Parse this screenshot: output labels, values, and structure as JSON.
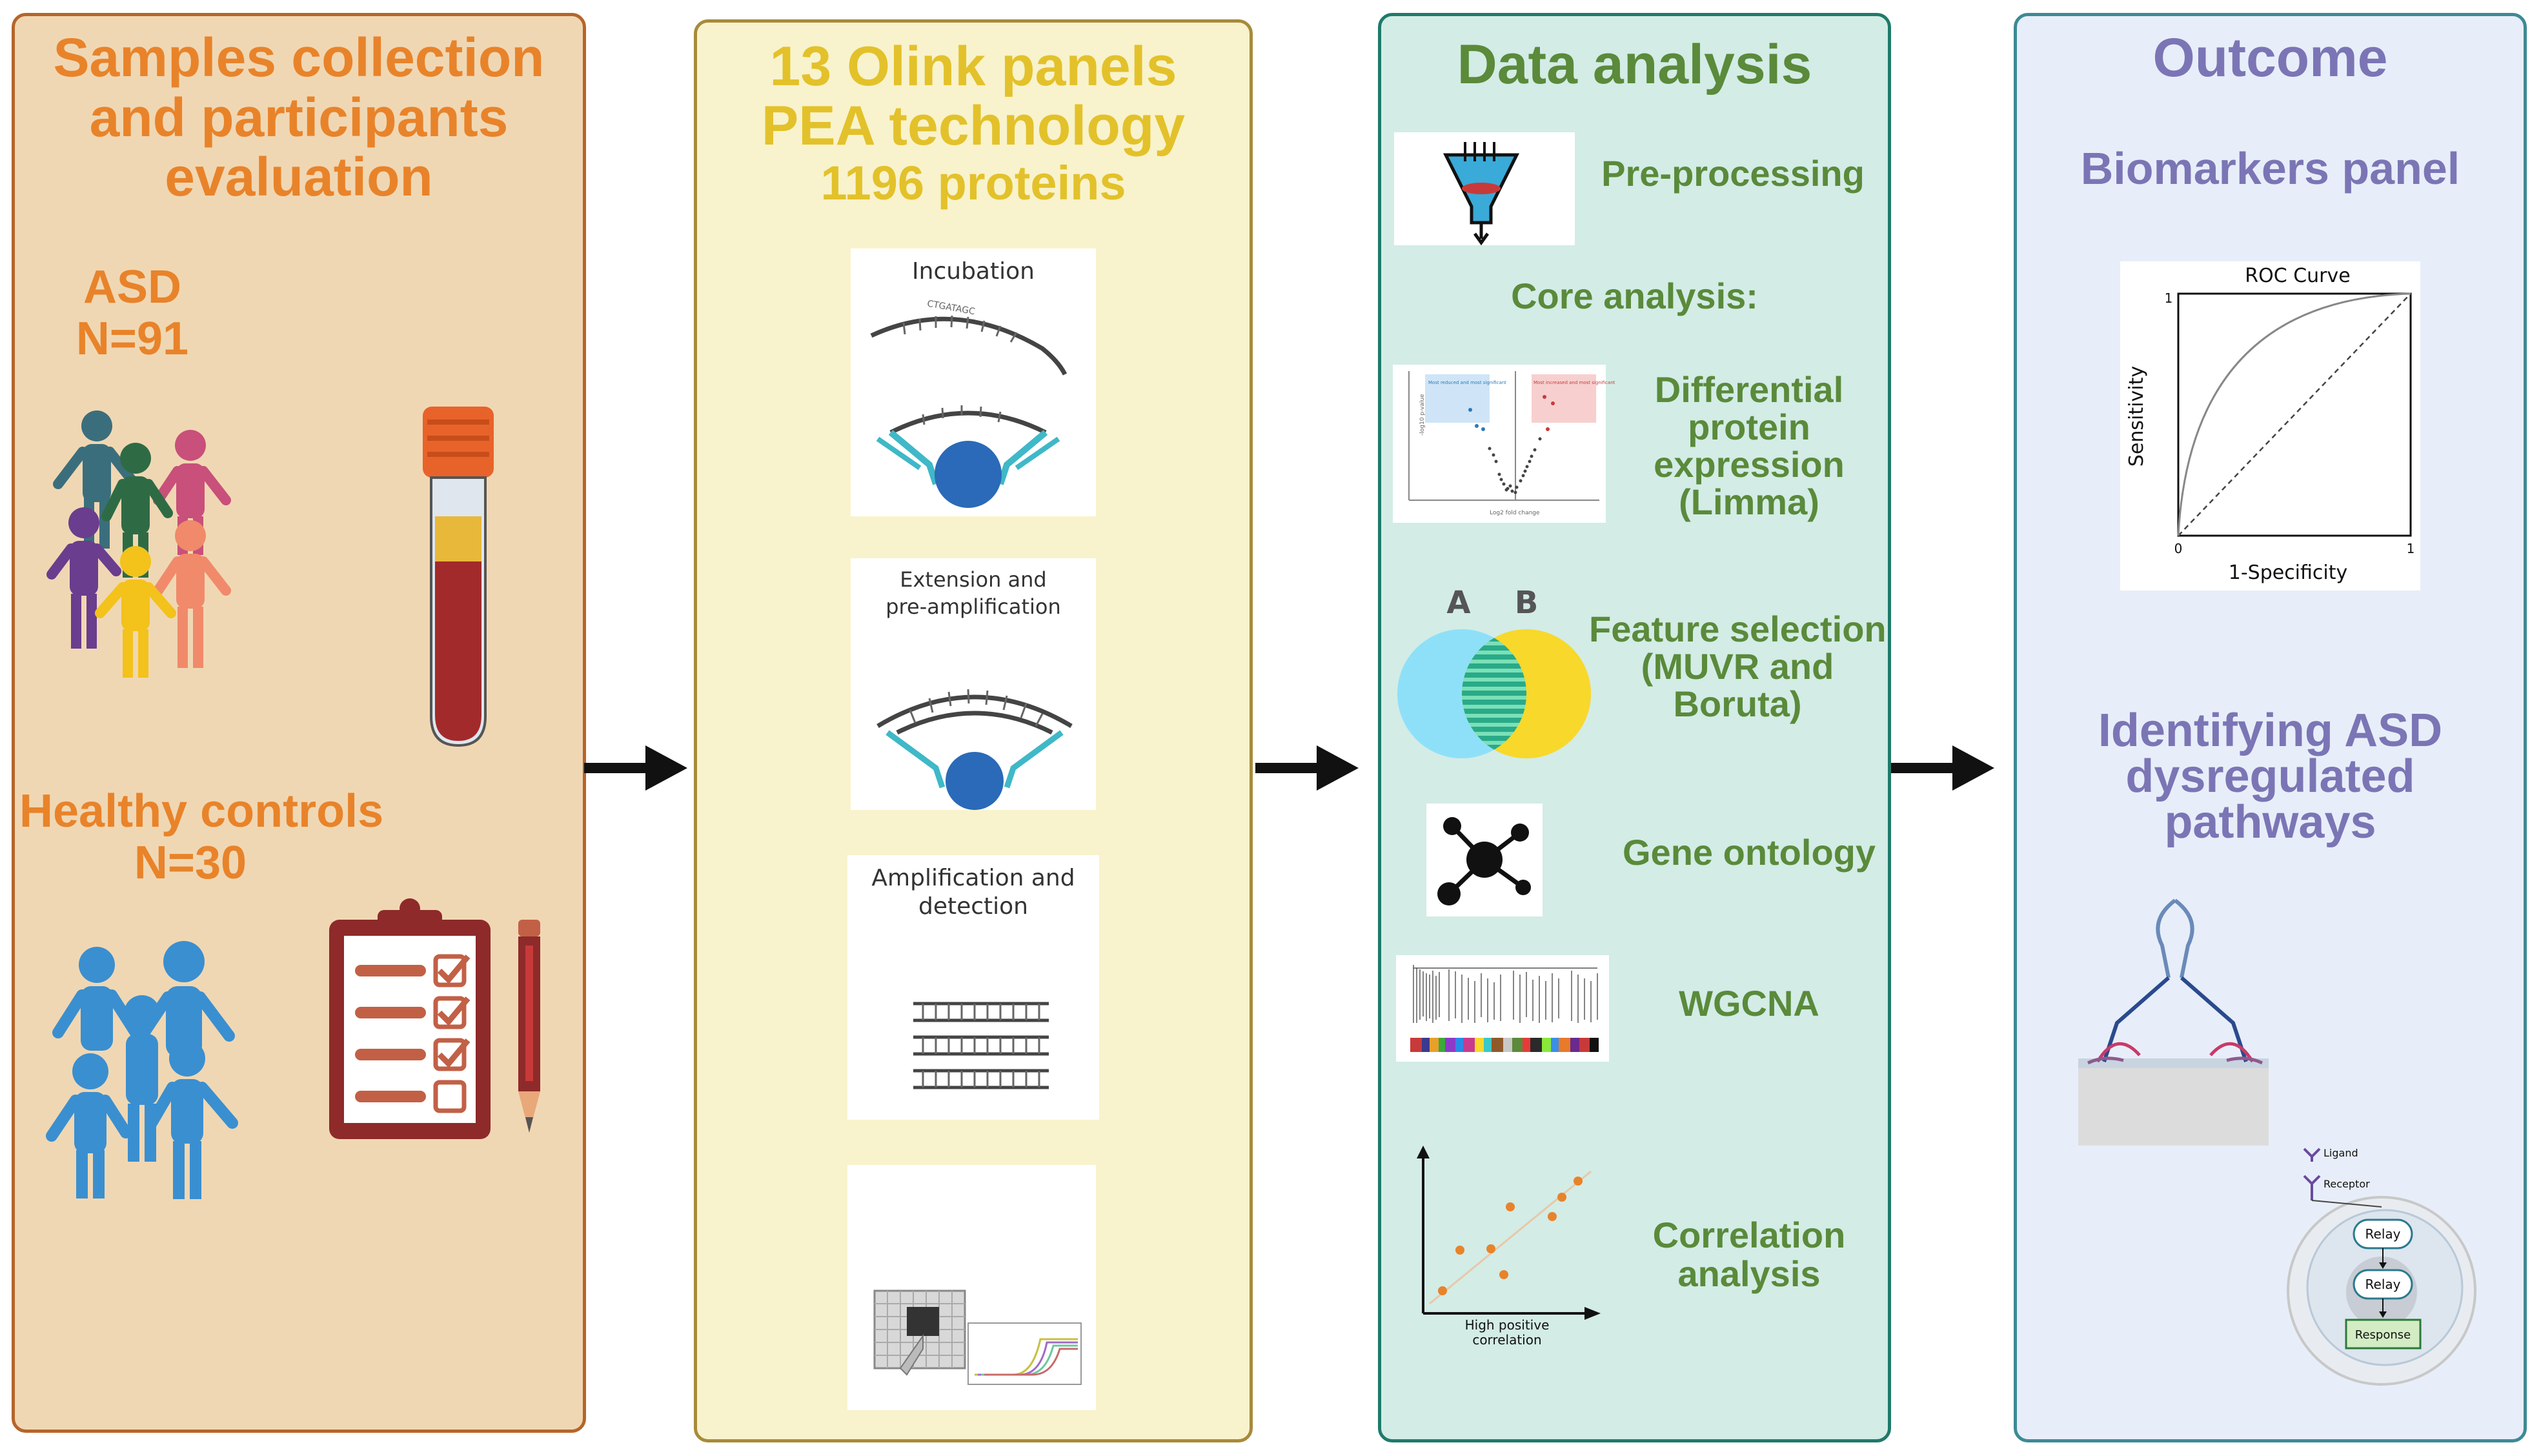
{
  "colors": {
    "samples_bg": "#f0d7b3",
    "samples_border": "#b5652a",
    "samples_text": "#e8832a",
    "olink_bg": "#f8f3cc",
    "olink_border": "#a88a3a",
    "olink_text": "#e3c12a",
    "analysis_bg": "#d3ece6",
    "analysis_border": "#1f7a6a",
    "analysis_text": "#5a8a3a",
    "outcome_bg": "#e7eef9",
    "outcome_border": "#3d8a94",
    "outcome_text": "#7b75b5",
    "healthy_text": "#e8832a"
  },
  "samples": {
    "title_l1": "Samples collection",
    "title_l2": "and participants",
    "title_l3": "evaluation",
    "asd_label": "ASD",
    "asd_n": "N=91",
    "healthy_label": "Healthy controls",
    "healthy_n": "N=30",
    "icons": [
      "people-group-icon",
      "blood-tube-icon",
      "people-group-icon",
      "clipboard-icon",
      "pencil-icon"
    ]
  },
  "olink": {
    "title_l1": "13 Olink panels",
    "title_l2": "PEA technology",
    "title_l3": "1196 proteins",
    "step1": "Incubation",
    "step2_l1": "Extension and",
    "step2_l2": "pre-amplification",
    "step3_l1": "Amplification and",
    "step3_l2": "detection",
    "sequence_letters": "CTGATAGC"
  },
  "analysis": {
    "title": "Data analysis",
    "preprocessing": "Pre-processing",
    "core": "Core analysis:",
    "dpe_l1": "Differential",
    "dpe_l2": "protein",
    "dpe_l3": "expression",
    "dpe_l4": "(Limma)",
    "fs_l1": "Feature selection",
    "fs_l2": "(MUVR and",
    "fs_l3": "Boruta)",
    "venn_a": "A",
    "venn_b": "B",
    "go": "Gene ontology",
    "wgcna": "WGCNA",
    "corr_l1": "Correlation",
    "corr_l2": "analysis",
    "corr_caption_l1": "High positive",
    "corr_caption_l2": "correlation",
    "volcano_xlabel": "Log2 fold change",
    "volcano_ylabel": "-log10 p-value",
    "volcano_left_box": "Most reduced and most significant",
    "volcano_right_box": "Most increased and most significant"
  },
  "outcome": {
    "title": "Outcome",
    "biomarkers": "Biomarkers panel",
    "roc_title": "ROC Curve",
    "roc_ylabel": "Sensitivity",
    "roc_xlabel": "1-Specificity",
    "roc_tick_0": "0",
    "roc_tick_1x": "1",
    "roc_tick_1y": "1",
    "pathways_l1": "Identifying ASD",
    "pathways_l2": "dysregulated",
    "pathways_l3": "pathways",
    "ligand": "Ligand",
    "receptor": "Receptor",
    "relay1": "Relay",
    "relay2": "Relay",
    "response": "Response"
  }
}
